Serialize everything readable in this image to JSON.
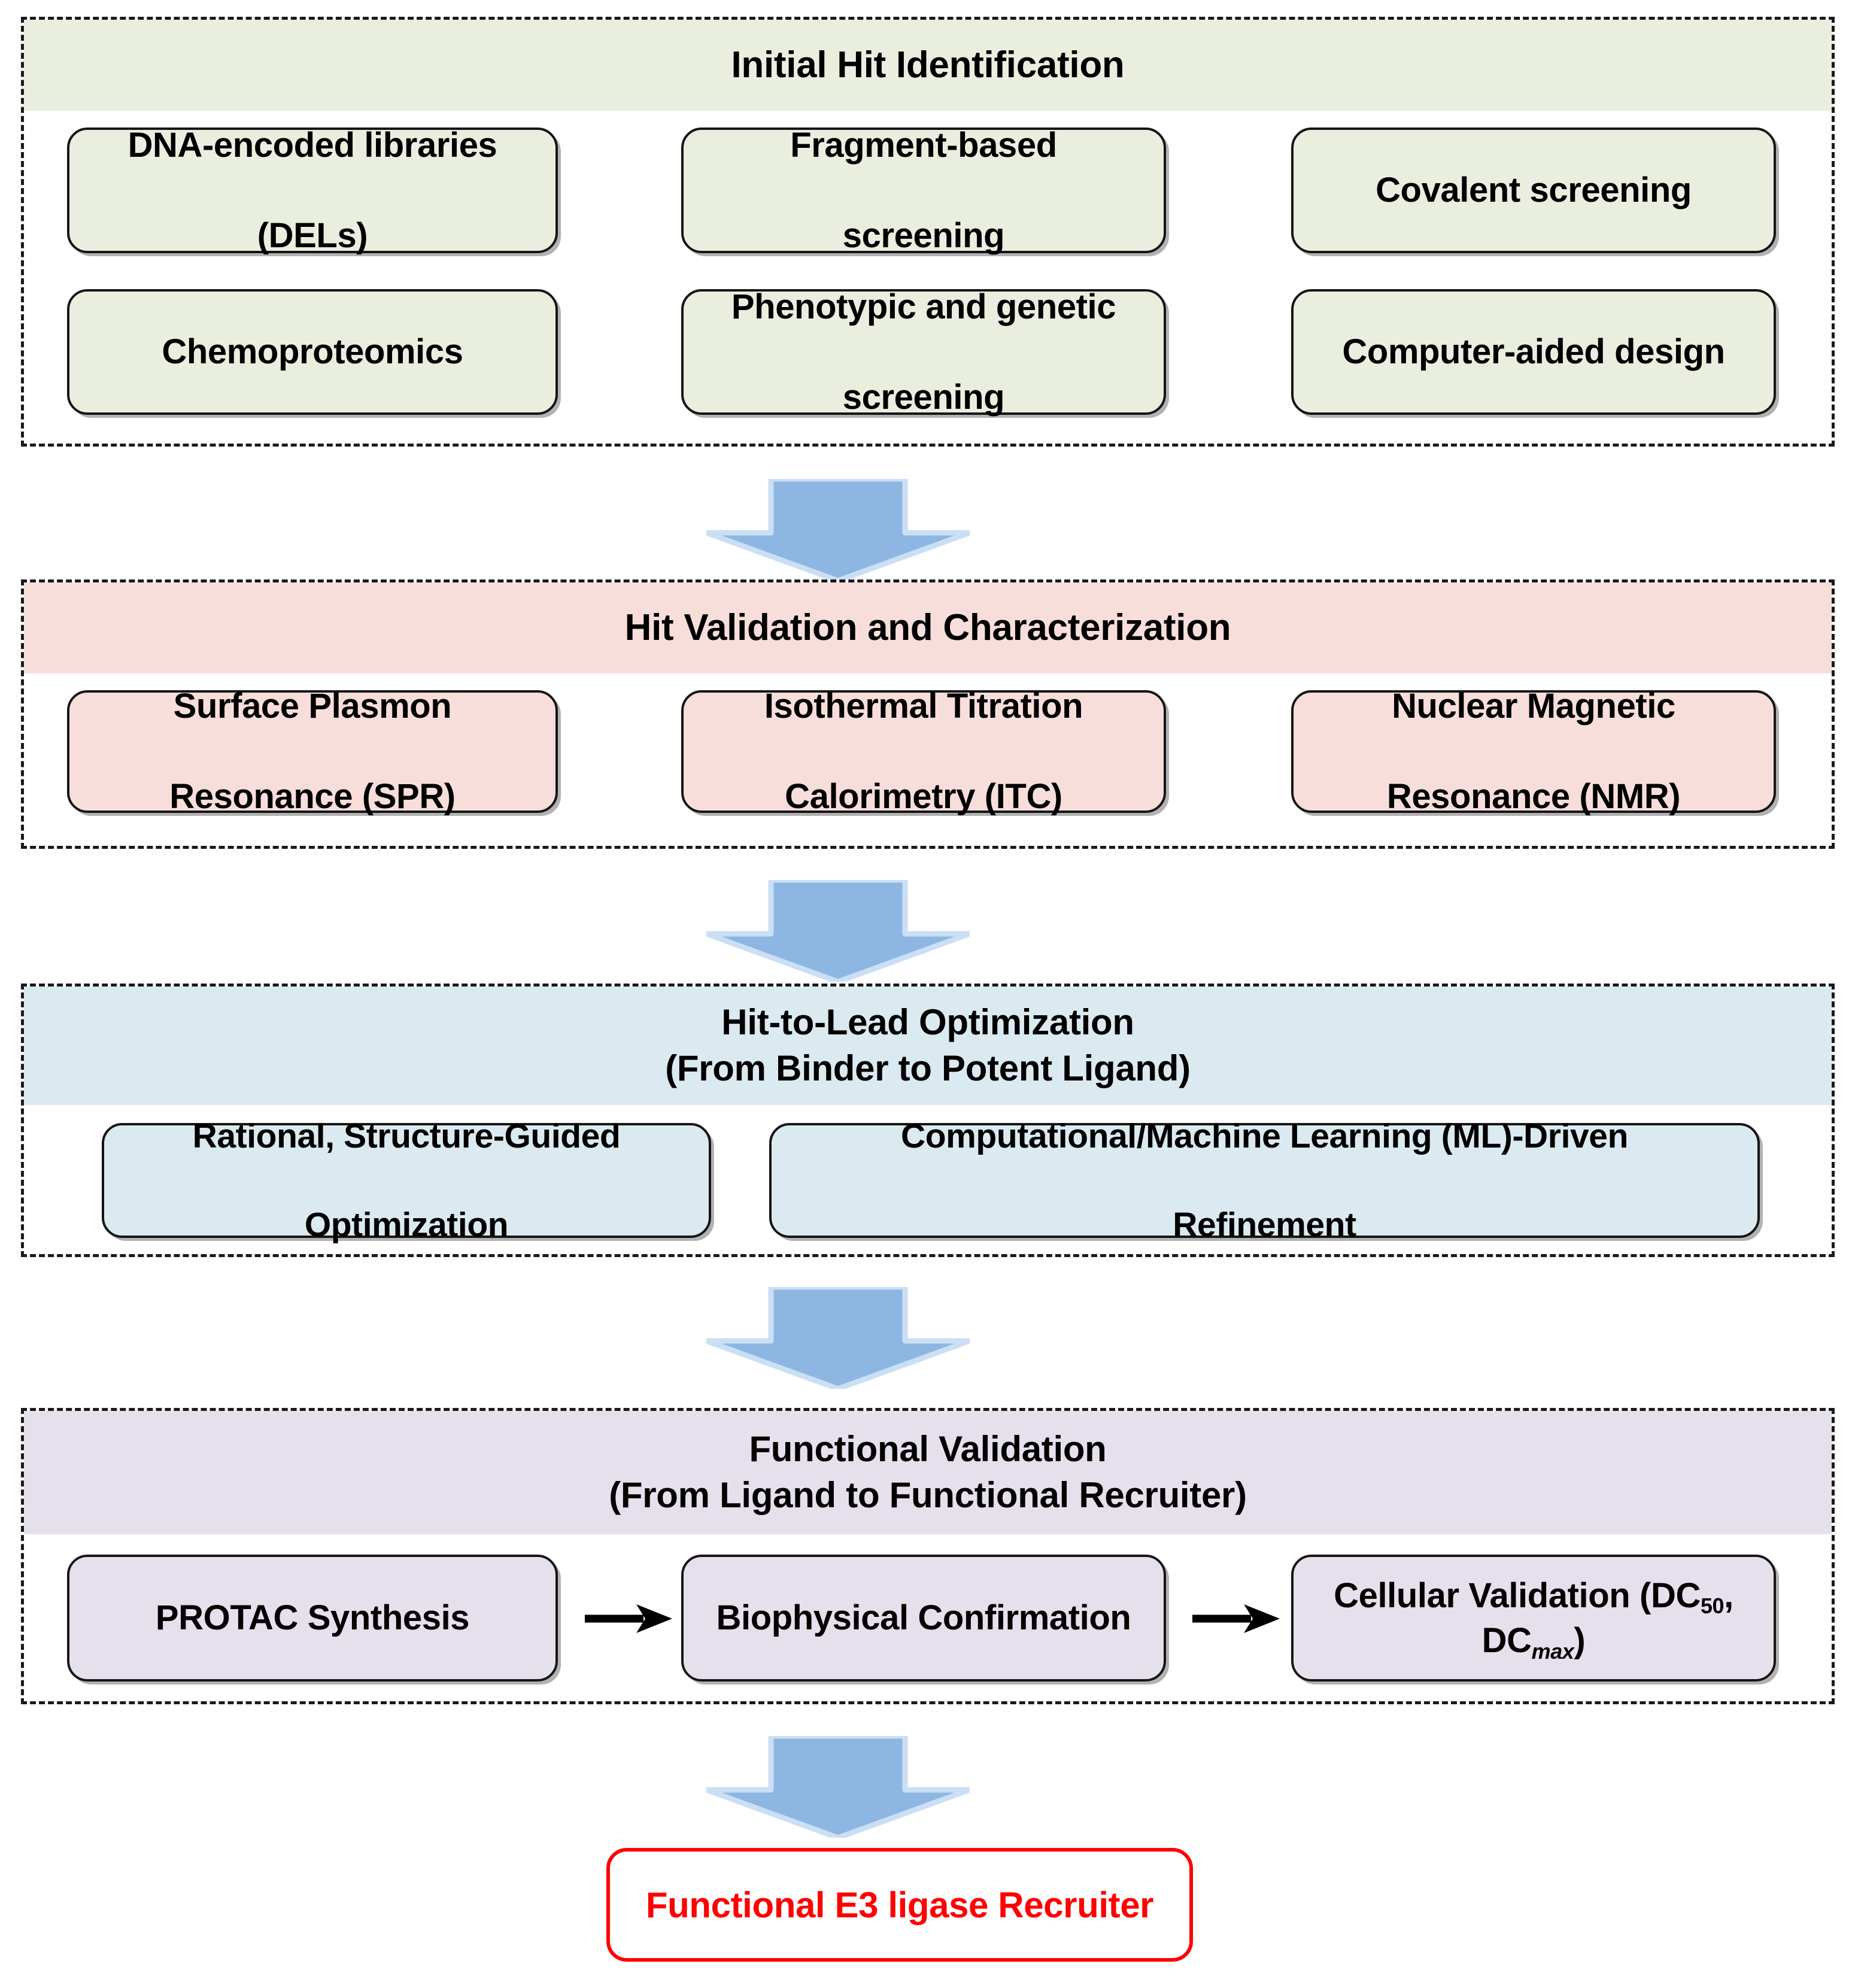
{
  "diagram": {
    "title_flow": "E3 ligase recruiter discovery workflow",
    "arrow_color": "#8DB7E2",
    "arrow_highlight_color": "#CBDFF4",
    "connector_arrow_color": "#000000",
    "final_box": {
      "label": "Functional E3 ligase Recruiter",
      "text_color": "#FF0000",
      "border_color": "#FF0000",
      "fill_color": "#FFFFFF"
    },
    "sections": [
      {
        "id": "initial-hit-identification",
        "header_lines": [
          "Initial Hit Identification"
        ],
        "band_color": "#EAEEDF",
        "node_fill": "#EAEEDF",
        "nodes": [
          {
            "lines": [
              "DNA-encoded libraries",
              "(DELs)"
            ]
          },
          {
            "lines": [
              "Fragment-based",
              "screening"
            ]
          },
          {
            "lines": [
              "Covalent screening"
            ]
          },
          {
            "lines": [
              "Chemoproteomics"
            ]
          },
          {
            "lines": [
              "Phenotypic and genetic",
              "screening"
            ]
          },
          {
            "lines": [
              "Computer-aided design"
            ]
          }
        ]
      },
      {
        "id": "hit-validation-and-characterization",
        "header_lines": [
          "Hit Validation and Characterization"
        ],
        "band_color": "#F8DEDA",
        "node_fill": "#F8DEDA",
        "nodes": [
          {
            "lines": [
              "Surface Plasmon",
              "Resonance (SPR)"
            ]
          },
          {
            "lines": [
              "Isothermal Titration",
              "Calorimetry (ITC)"
            ]
          },
          {
            "lines": [
              "Nuclear Magnetic",
              "Resonance (NMR)"
            ]
          }
        ]
      },
      {
        "id": "hit-to-lead-optimization",
        "header_lines": [
          "Hit-to-Lead Optimization",
          "(From Binder to Potent Ligand)"
        ],
        "band_color": "#DBEAF1",
        "node_fill": "#DBEAF1",
        "nodes": [
          {
            "lines": [
              "Rational, Structure-Guided",
              "Optimization"
            ]
          },
          {
            "lines": [
              "Computational/Machine Learning (ML)-Driven",
              "Refinement"
            ]
          }
        ]
      },
      {
        "id": "functional-validation",
        "header_lines": [
          "Functional Validation",
          "(From Ligand to Functional Recruiter)"
        ],
        "band_color": "#E6E0EC",
        "node_fill": "#E6E0EC",
        "nodes": [
          {
            "lines": [
              "PROTAC Synthesis"
            ]
          },
          {
            "lines": [
              "Biophysical Confirmation"
            ]
          },
          {
            "lines": [
              "Cellular Validation (DC50, DCmax)"
            ]
          }
        ]
      }
    ]
  }
}
